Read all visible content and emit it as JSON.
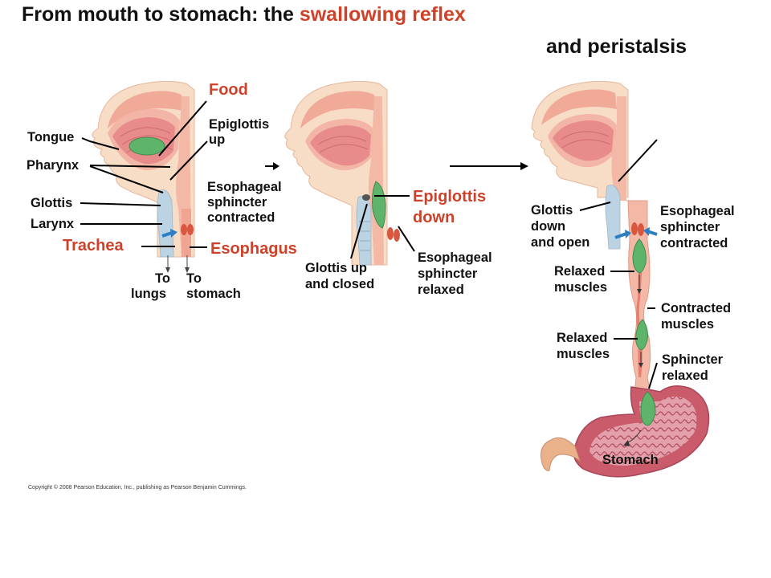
{
  "title": {
    "line1_prefix": "From mouth to stomach: the ",
    "line1_highlight": "swallowing reflex",
    "line2": "and peristalsis"
  },
  "colors": {
    "highlight": "#cf4129",
    "tissue": "#f3b9a6",
    "skin": "#f7dcc6",
    "bolus": "#5fb46b",
    "airway": "#bcd3e4",
    "stomach_wall": "#c95b6a",
    "arrow_blue": "#2d7fc4"
  },
  "panel1": {
    "food": "Food",
    "tongue": "Tongue",
    "pharynx": "Pharynx",
    "epiglottis_up": [
      "Epiglottis",
      "up"
    ],
    "glottis": "Glottis",
    "larynx": "Larynx",
    "sphincter_contracted": [
      "Esophageal",
      "sphincter",
      "contracted"
    ],
    "trachea": "Trachea",
    "esophagus": "Esophagus",
    "to_lungs": [
      "To",
      "lungs"
    ],
    "to_stomach": [
      "To",
      "stomach"
    ]
  },
  "panel2": {
    "epiglottis_down": [
      "Epiglottis",
      "down"
    ],
    "glottis_up_closed": [
      "Glottis up",
      "and closed"
    ],
    "sphincter_relaxed": [
      "Esophageal",
      "sphincter",
      "relaxed"
    ]
  },
  "panel3": {
    "glottis_down_open": [
      "Glottis",
      "down",
      "and open"
    ],
    "sphincter_contracted": [
      "Esophageal",
      "sphincter",
      "contracted"
    ],
    "relaxed_muscles_1": [
      "Relaxed",
      "muscles"
    ],
    "contracted_muscles": [
      "Contracted",
      "muscles"
    ],
    "relaxed_muscles_2": [
      "Relaxed",
      "muscles"
    ],
    "sphincter_relaxed": [
      "Sphincter",
      "relaxed"
    ],
    "stomach": "Stomach"
  },
  "copyright": "Copyright © 2008 Pearson Education, Inc., publishing as Pearson Benjamin Cummings."
}
